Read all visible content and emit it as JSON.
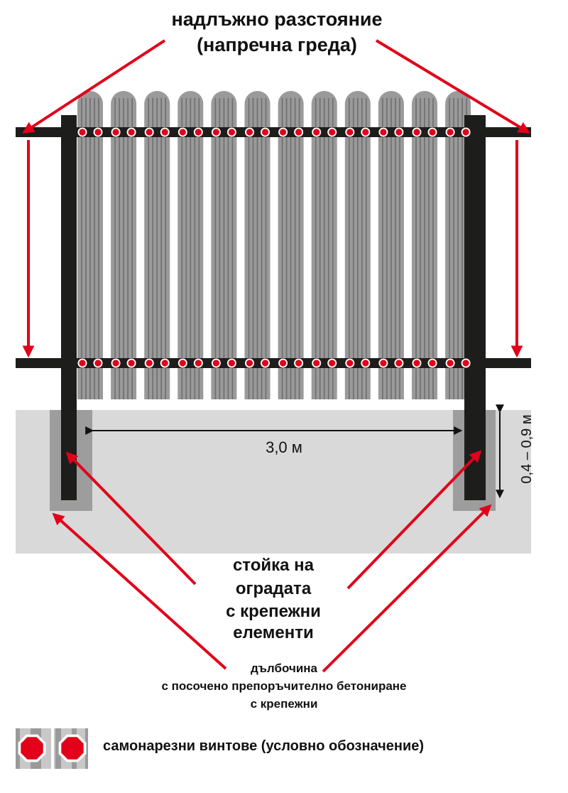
{
  "diagram": {
    "title_line1": "надлъжно разстояние",
    "title_line2": "(напречна греда)",
    "span_label": "3,0 м",
    "depth_label": "0,4 – 0,9 м",
    "post_label_lines": [
      "стойка на",
      "оградата",
      "с крепежни",
      "елементи"
    ],
    "depth_note_lines": [
      "дълбочина",
      "с посочено препоръчително бетониране",
      "с крепежни"
    ],
    "legend_label": "самонарезни винтове (условно обозначение)",
    "picket_count": 12,
    "colors": {
      "arrow": "#e2001a",
      "post": "#1d1d1b",
      "rail": "#1d1d1b",
      "picket": "#9a9a9a",
      "picket_groove": "#6e6e6e",
      "ground": "#d9d9d9",
      "concrete": "#9d9d9d",
      "screw": "#e2001a"
    }
  }
}
